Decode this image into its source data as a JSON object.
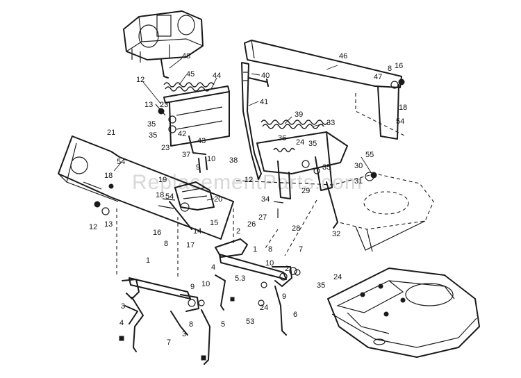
{
  "watermark": "ReplacementParts.com",
  "callouts": [
    {
      "id": "c48",
      "text": "48"
    },
    {
      "id": "c45",
      "text": "45"
    },
    {
      "id": "c44",
      "text": "44"
    },
    {
      "id": "c12a",
      "text": "12"
    },
    {
      "id": "c13a",
      "text": "13"
    },
    {
      "id": "c23a",
      "text": "23"
    },
    {
      "id": "c35a",
      "text": "35"
    },
    {
      "id": "c35b",
      "text": "35"
    },
    {
      "id": "c23b",
      "text": "23"
    },
    {
      "id": "c42",
      "text": "42"
    },
    {
      "id": "c43",
      "text": "43"
    },
    {
      "id": "c37",
      "text": "37"
    },
    {
      "id": "c10a",
      "text": "10"
    },
    {
      "id": "c9a",
      "text": "9"
    },
    {
      "id": "c21",
      "text": "21"
    },
    {
      "id": "c54a",
      "text": "54"
    },
    {
      "id": "c18a",
      "text": "18"
    },
    {
      "id": "c19",
      "text": "19"
    },
    {
      "id": "c18b",
      "text": "18"
    },
    {
      "id": "c54b",
      "text": "54"
    },
    {
      "id": "c20",
      "text": "20"
    },
    {
      "id": "c12b",
      "text": "12"
    },
    {
      "id": "c13b",
      "text": "13"
    },
    {
      "id": "c16",
      "text": "16"
    },
    {
      "id": "c8a",
      "text": "8"
    },
    {
      "id": "c17",
      "text": "17"
    },
    {
      "id": "c14",
      "text": "14"
    },
    {
      "id": "c15",
      "text": "15"
    },
    {
      "id": "c40",
      "text": "40"
    },
    {
      "id": "c41",
      "text": "41"
    },
    {
      "id": "c46",
      "text": "46"
    },
    {
      "id": "c8b",
      "text": "8"
    },
    {
      "id": "c16b",
      "text": "16"
    },
    {
      "id": "c47",
      "text": "47"
    },
    {
      "id": "c18c",
      "text": "18"
    },
    {
      "id": "c54c",
      "text": "54"
    },
    {
      "id": "c39",
      "text": "39"
    },
    {
      "id": "c33",
      "text": "33"
    },
    {
      "id": "c36",
      "text": "36"
    },
    {
      "id": "c24a",
      "text": "24"
    },
    {
      "id": "c35c",
      "text": "35"
    },
    {
      "id": "c38",
      "text": "38"
    },
    {
      "id": "c35d",
      "text": "35"
    },
    {
      "id": "c55",
      "text": "55"
    },
    {
      "id": "c30",
      "text": "30"
    },
    {
      "id": "c31",
      "text": "31"
    },
    {
      "id": "c12c",
      "text": "12"
    },
    {
      "id": "c34",
      "text": "34"
    },
    {
      "id": "c26",
      "text": "26"
    },
    {
      "id": "c27",
      "text": "27"
    },
    {
      "id": "c29",
      "text": "29"
    },
    {
      "id": "c28",
      "text": "28"
    },
    {
      "id": "c32",
      "text": "32"
    },
    {
      "id": "c2a",
      "text": "2"
    },
    {
      "id": "c1a",
      "text": "1"
    },
    {
      "id": "c4a",
      "text": "4"
    },
    {
      "id": "c53a",
      "text": "5.3"
    },
    {
      "id": "c8c",
      "text": "8"
    },
    {
      "id": "c10b",
      "text": "10"
    },
    {
      "id": "c7a",
      "text": "7"
    },
    {
      "id": "c2b",
      "text": "2"
    },
    {
      "id": "c9b",
      "text": "9"
    },
    {
      "id": "c24b",
      "text": "24"
    },
    {
      "id": "c53b",
      "text": "53"
    },
    {
      "id": "c6",
      "text": "6"
    },
    {
      "id": "c1b",
      "text": "1"
    },
    {
      "id": "c3a",
      "text": "3"
    },
    {
      "id": "c4b",
      "text": "4"
    },
    {
      "id": "c9c",
      "text": "9"
    },
    {
      "id": "c10c",
      "text": "10"
    },
    {
      "id": "c8d",
      "text": "8"
    },
    {
      "id": "c3b",
      "text": "3"
    },
    {
      "id": "c7b",
      "text": "7"
    },
    {
      "id": "c5",
      "text": "5"
    },
    {
      "id": "c35e",
      "text": "35"
    },
    {
      "id": "c24c",
      "text": "24"
    }
  ]
}
